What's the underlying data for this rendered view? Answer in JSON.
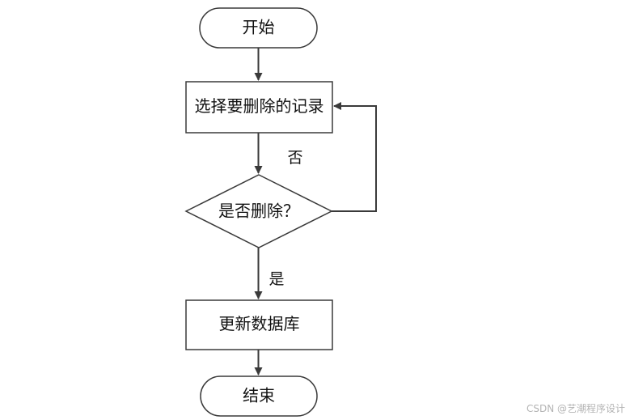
{
  "diagram": {
    "nodes": {
      "start": {
        "label": "开始",
        "shape": "terminator"
      },
      "select": {
        "label": "选择要删除的记录",
        "shape": "process"
      },
      "decision": {
        "label": "是否删除？",
        "shape": "decision"
      },
      "update": {
        "label": "更新数据库",
        "shape": "process"
      },
      "end": {
        "label": "结束",
        "shape": "terminator"
      }
    },
    "edges": [
      {
        "from": "start",
        "to": "select",
        "label": ""
      },
      {
        "from": "select",
        "to": "decision",
        "label": ""
      },
      {
        "from": "decision",
        "to": "select",
        "label": "否"
      },
      {
        "from": "decision",
        "to": "update",
        "label": "是"
      },
      {
        "from": "update",
        "to": "end",
        "label": ""
      }
    ],
    "labels": {
      "no": "否",
      "yes": "是"
    }
  },
  "watermark": "CSDN @艺潮程序设计",
  "colors": {
    "stroke": "#3a3a3a",
    "text": "#111111",
    "background": "#ffffff",
    "watermark": "#b4b4b4"
  }
}
